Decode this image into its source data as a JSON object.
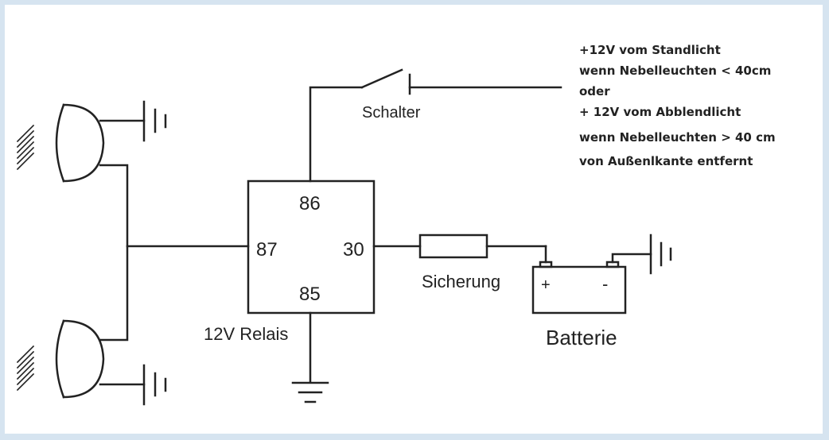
{
  "relay": {
    "pin_86": "86",
    "pin_87": "87",
    "pin_30": "30",
    "pin_85": "85",
    "label": "12V Relais"
  },
  "switch_label": "Schalter",
  "fuse_label": "Sicherung",
  "battery": {
    "label": "Batterie",
    "plus": "+",
    "minus": "-"
  },
  "note_lines": [
    "+12V vom Standlicht",
    "wenn Nebelleuchten < 40cm",
    "oder",
    "+ 12V vom Abblendlicht",
    "wenn Nebelleuchten > 40 cm",
    "von Außenlkante entfernt"
  ],
  "colors": {
    "background": "#d6e4f0",
    "canvas": "#ffffff",
    "ink": "#222222"
  }
}
